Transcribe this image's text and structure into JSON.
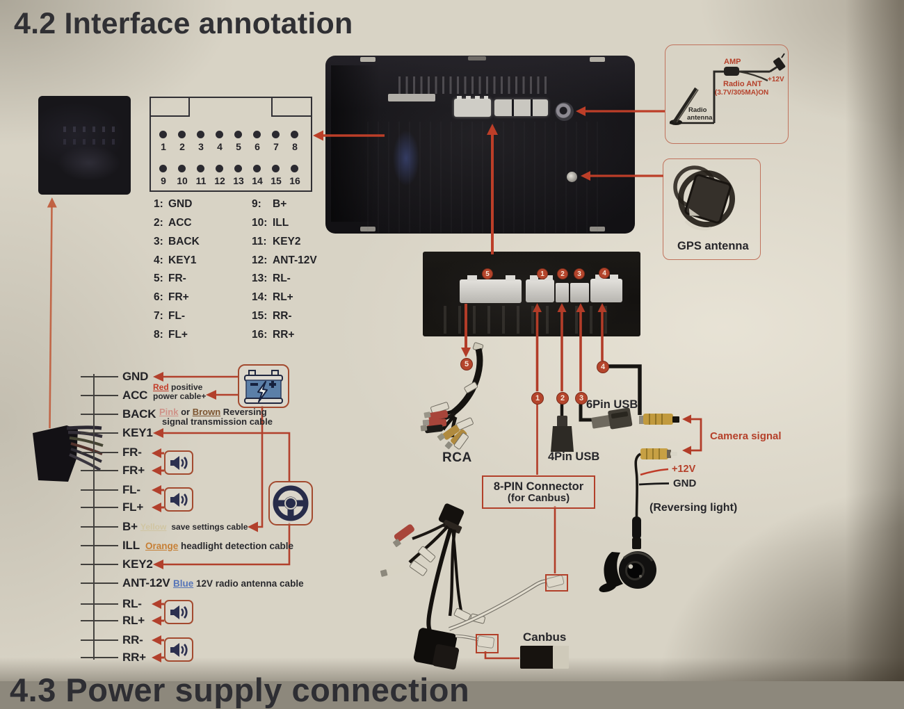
{
  "title": "4.2 Interface annotation",
  "footer_heading": "4.3 Power supply connection",
  "colors": {
    "paper": "#d8d3c5",
    "accent_red": "#b23f2c",
    "ink": "#26262a",
    "battery_blue": "#5b7fa8",
    "icon_navy": "#2c3050",
    "yellow_rca": "#c7a044"
  },
  "pin_connector": {
    "row1": [
      "1",
      "2",
      "3",
      "4",
      "5",
      "6",
      "7",
      "8"
    ],
    "row2": [
      "9",
      "10",
      "11",
      "12",
      "13",
      "14",
      "15",
      "16"
    ]
  },
  "pin_definitions": {
    "left": [
      {
        "num": "1:",
        "name": "GND"
      },
      {
        "num": "2:",
        "name": "ACC"
      },
      {
        "num": "3:",
        "name": "BACK"
      },
      {
        "num": "4:",
        "name": "KEY1"
      },
      {
        "num": "5:",
        "name": "FR-"
      },
      {
        "num": "6:",
        "name": "FR+"
      },
      {
        "num": "7:",
        "name": "FL-"
      },
      {
        "num": "8:",
        "name": "FL+"
      }
    ],
    "right": [
      {
        "num": "9:",
        "name": "B+"
      },
      {
        "num": "10:",
        "name": "ILL"
      },
      {
        "num": "11:",
        "name": "KEY2"
      },
      {
        "num": "12:",
        "name": "ANT-12V"
      },
      {
        "num": "13:",
        "name": "RL-"
      },
      {
        "num": "14:",
        "name": "RL+"
      },
      {
        "num": "15:",
        "name": "RR-"
      },
      {
        "num": "16:",
        "name": "RR+"
      }
    ]
  },
  "harness": {
    "labels": [
      "GND",
      "ACC",
      "BACK",
      "KEY1",
      "FR-",
      "FR+",
      "FL-",
      "FL+",
      "B+",
      "ILL",
      "KEY2",
      "ANT-12V",
      "RL-",
      "RL+",
      "RR-",
      "RR+"
    ]
  },
  "notes": {
    "acc": {
      "word": "Red",
      "rest": " positive",
      "line2": "power cable+"
    },
    "back": {
      "word1": "Pink",
      "mid": " or ",
      "word2": "Brown",
      "rest": " Reversing",
      "line2": "signal transmission cable"
    },
    "b_plus": {
      "word": "Yellow",
      "rest": "save settings cable"
    },
    "ill": {
      "word": "Orange",
      "rest": " headlight detection cable"
    },
    "ant12v": {
      "word": "Blue",
      "rest": " 12V radio antenna cable"
    }
  },
  "callouts": {
    "photo_circles": [
      "5",
      "1",
      "2",
      "3",
      "4"
    ],
    "below_circles": [
      "5",
      "1",
      "2",
      "3",
      "4"
    ]
  },
  "labels": {
    "rca": "RCA",
    "usb4": "4Pin USB",
    "usb6": "6Pin USB",
    "pin8_line1": "8-PIN Connector",
    "pin8_line2": "(for Canbus)",
    "canbus": "Canbus",
    "camera_signal": "Camera signal",
    "plus12v": "+12V",
    "gnd": "GND",
    "reversing": "(Reversing light)",
    "gps_antenna": "GPS antenna"
  },
  "antenna_box": {
    "amp": "AMP",
    "plus12v": "+12V",
    "radio_ant": "Radio ANT",
    "spec": "(3.7V/305MA)ON",
    "radio_antenna_line1": "Radio",
    "radio_antenna_line2": "antenna"
  }
}
